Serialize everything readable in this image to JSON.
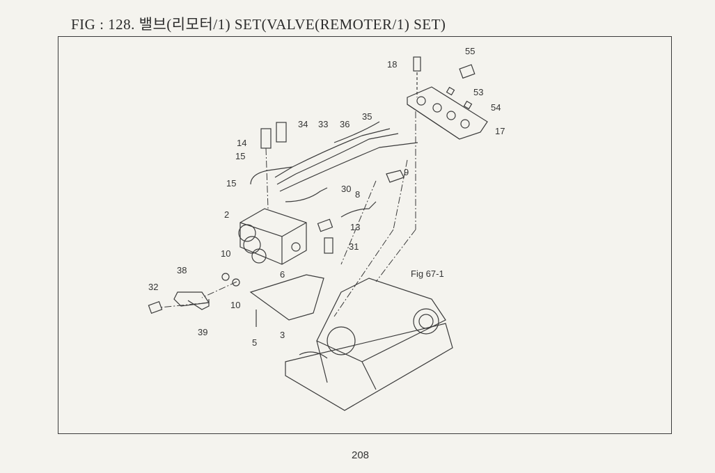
{
  "document": {
    "title": "FIG : 128. 밸브(리모터/1) SET(VALVE(REMOTER/1) SET)",
    "page_number": "208",
    "reference_label": "Fig 67-1",
    "callouts": [
      "55",
      "18",
      "53",
      "54",
      "17",
      "35",
      "34",
      "33",
      "36",
      "14",
      "15",
      "15",
      "9",
      "30",
      "8",
      "2",
      "13",
      "31",
      "10",
      "38",
      "6",
      "32",
      "10",
      "3",
      "39",
      "5"
    ]
  }
}
